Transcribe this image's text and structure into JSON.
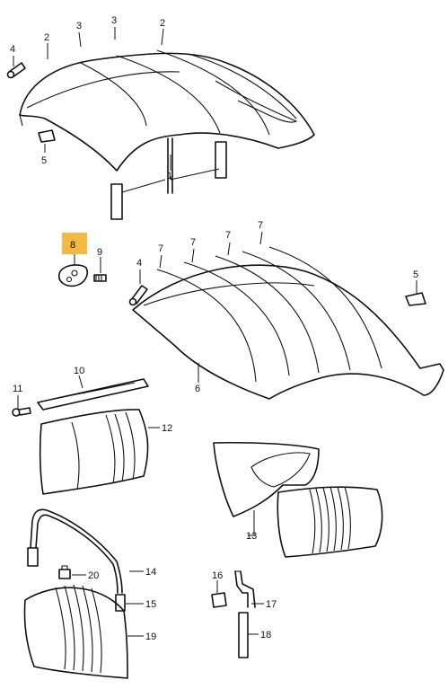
{
  "callouts": {
    "c1": "1",
    "c2a": "2",
    "c2b": "2",
    "c3a": "3",
    "c3b": "3",
    "c4a": "4",
    "c4b": "4",
    "c5a": "5",
    "c5b": "5",
    "c6": "6",
    "c7a": "7",
    "c7b": "7",
    "c7c": "7",
    "c7d": "7",
    "c8": "8",
    "c9": "9",
    "c10": "10",
    "c11": "11",
    "c12": "12",
    "c13": "13",
    "c14": "14",
    "c15": "15",
    "c16": "16",
    "c17": "17",
    "c18": "18",
    "c19": "19",
    "c20": "20"
  },
  "highlight_color": "#f4b942"
}
